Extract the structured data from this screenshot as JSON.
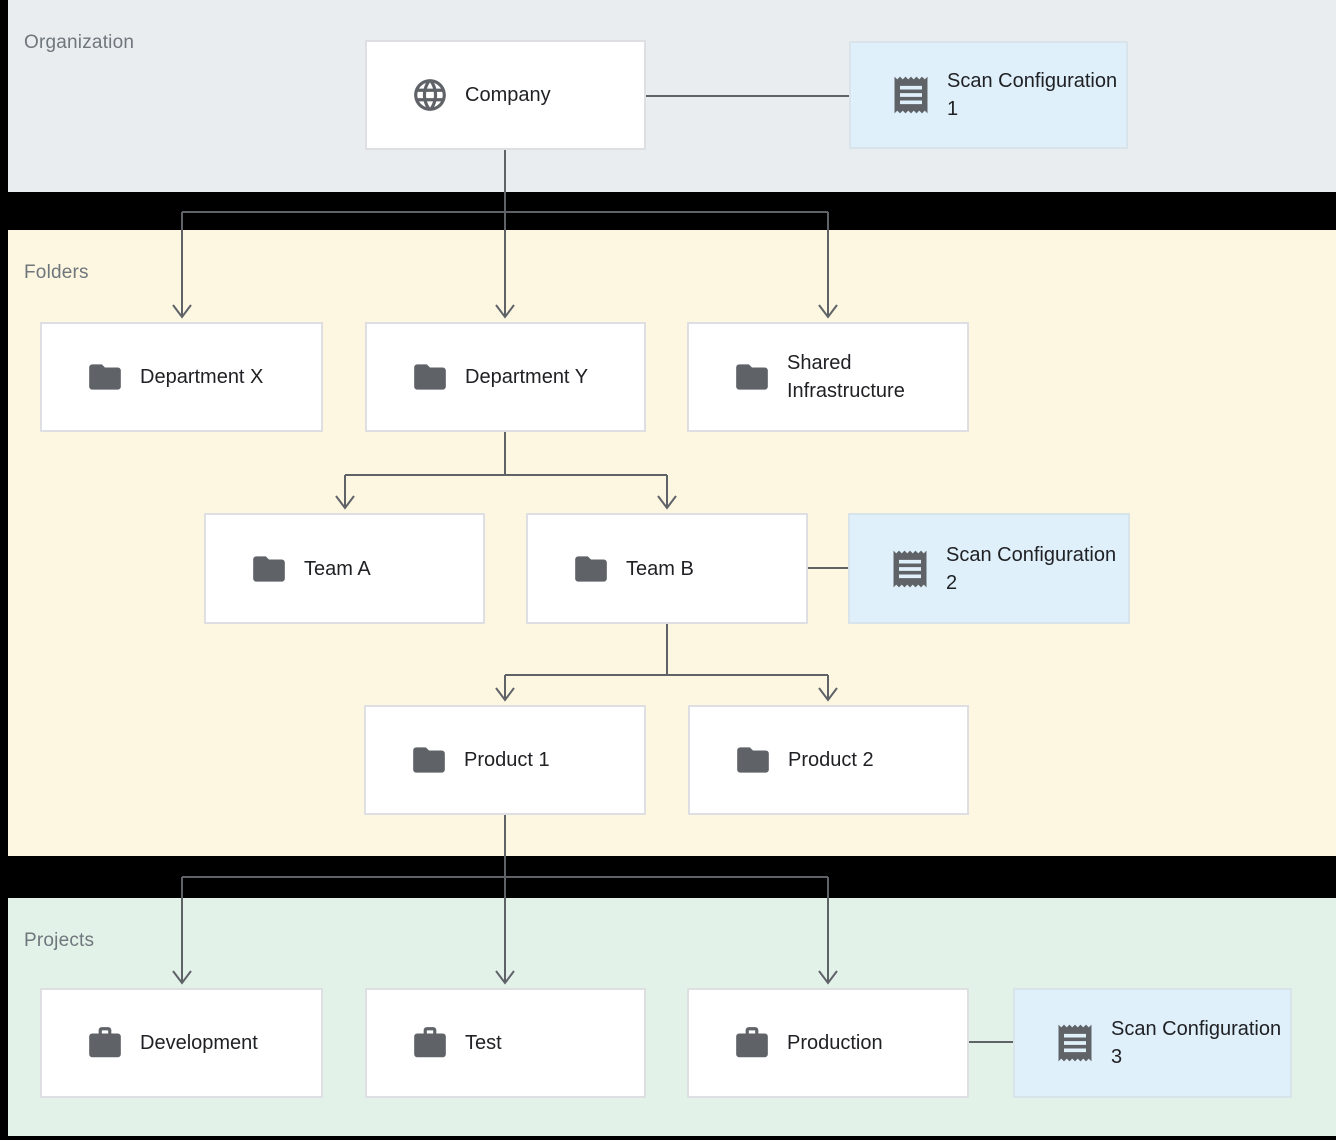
{
  "diagram": {
    "bands": [
      {
        "id": "organization",
        "label": "Organization"
      },
      {
        "id": "folders",
        "label": "Folders"
      },
      {
        "id": "projects",
        "label": "Projects"
      }
    ],
    "nodes": {
      "company": {
        "label": "Company",
        "icon": "globe-icon",
        "band": "organization"
      },
      "scan_config_1": {
        "label": "Scan Configuration 1",
        "icon": "receipt-icon",
        "band": "organization"
      },
      "department_x": {
        "label": "Department X",
        "icon": "folder-icon",
        "band": "folders"
      },
      "department_y": {
        "label": "Department Y",
        "icon": "folder-icon",
        "band": "folders"
      },
      "shared_infrastructure": {
        "label": "Shared Infrastructure",
        "icon": "folder-icon",
        "band": "folders"
      },
      "team_a": {
        "label": "Team A",
        "icon": "folder-icon",
        "band": "folders"
      },
      "team_b": {
        "label": "Team B",
        "icon": "folder-icon",
        "band": "folders"
      },
      "scan_config_2": {
        "label": "Scan Configuration 2",
        "icon": "receipt-icon",
        "band": "folders"
      },
      "product_1": {
        "label": "Product 1",
        "icon": "folder-icon",
        "band": "folders"
      },
      "product_2": {
        "label": "Product 2",
        "icon": "folder-icon",
        "band": "folders"
      },
      "development": {
        "label": "Development",
        "icon": "briefcase-icon",
        "band": "projects"
      },
      "test": {
        "label": "Test",
        "icon": "briefcase-icon",
        "band": "projects"
      },
      "production": {
        "label": "Production",
        "icon": "briefcase-icon",
        "band": "projects"
      },
      "scan_config_3": {
        "label": "Scan Configuration 3",
        "icon": "receipt-icon",
        "band": "projects"
      }
    },
    "edges": [
      {
        "from": "company",
        "to": "scan_config_1",
        "style": "plain"
      },
      {
        "from": "company",
        "to": "department_x",
        "style": "arrow"
      },
      {
        "from": "company",
        "to": "department_y",
        "style": "arrow"
      },
      {
        "from": "company",
        "to": "shared_infrastructure",
        "style": "arrow"
      },
      {
        "from": "department_y",
        "to": "team_a",
        "style": "arrow"
      },
      {
        "from": "department_y",
        "to": "team_b",
        "style": "arrow"
      },
      {
        "from": "team_b",
        "to": "scan_config_2",
        "style": "plain"
      },
      {
        "from": "team_b",
        "to": "product_1",
        "style": "arrow"
      },
      {
        "from": "team_b",
        "to": "product_2",
        "style": "arrow"
      },
      {
        "from": "product_1",
        "to": "development",
        "style": "arrow"
      },
      {
        "from": "product_1",
        "to": "test",
        "style": "arrow"
      },
      {
        "from": "product_1",
        "to": "production",
        "style": "arrow"
      },
      {
        "from": "production",
        "to": "scan_config_3",
        "style": "plain"
      }
    ],
    "colors": {
      "background": "#000000",
      "organization_band": "#E9EDF0",
      "folders_band": "#FDF7E2",
      "projects_band": "#E3F2E9",
      "scan_config_fill": "#DFF0FB",
      "node_fill": "#FFFFFF",
      "node_border": "#DDDFE2",
      "icon": "#5F6368",
      "connector": "#5F6368",
      "node_text": "#202124",
      "band_label_text": "#6F767C"
    }
  }
}
